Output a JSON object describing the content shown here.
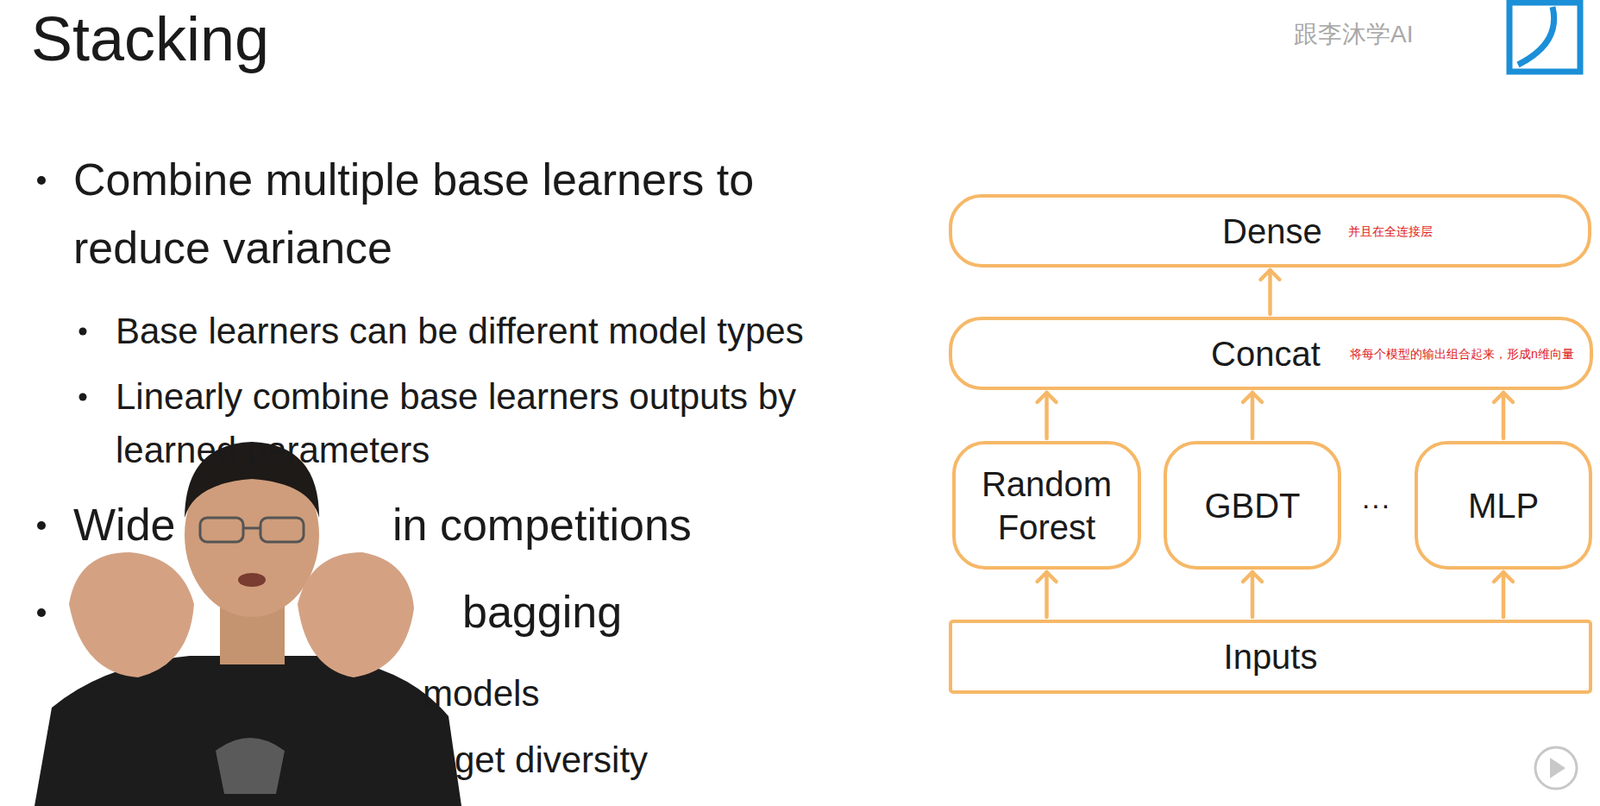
{
  "diagram": {
    "title": "Stacking",
    "nodes": [
      {
        "text": [
          "Dense",
          "并且在全连接层"
        ]
      },
      {
        "text": [
          "Concat",
          "将每个模型的输出组合起来，形成n维向量"
        ]
      },
      {
        "text": [
          "Random Forest"
        ]
      },
      {
        "text": [
          "GBDT"
        ]
      },
      {
        "text": [
          "MLP"
        ]
      },
      {
        "text": [
          "Inputs"
        ]
      }
    ],
    "edges": [
      {
        "from": 5,
        "to": 2,
        "arrow": "to"
      },
      {
        "from": 5,
        "to": 3,
        "arrow": "to"
      },
      {
        "from": 5,
        "to": 4,
        "arrow": "to"
      },
      {
        "from": 2,
        "to": 1,
        "arrow": "to"
      },
      {
        "from": 3,
        "to": 1,
        "arrow": "to"
      },
      {
        "from": 4,
        "to": 1,
        "arrow": "to"
      },
      {
        "from": 1,
        "to": 0,
        "arrow": "to"
      }
    ],
    "labels": [
      "Combine multiple base learners to reduce variance",
      "Base learners can be different model types",
      "Linearly combine base learners outputs by learned parameters",
      "Wide",
      "in competitions",
      "bagging",
      "models",
      "get diversity",
      "···",
      "跟李沐学AI"
    ]
  }
}
